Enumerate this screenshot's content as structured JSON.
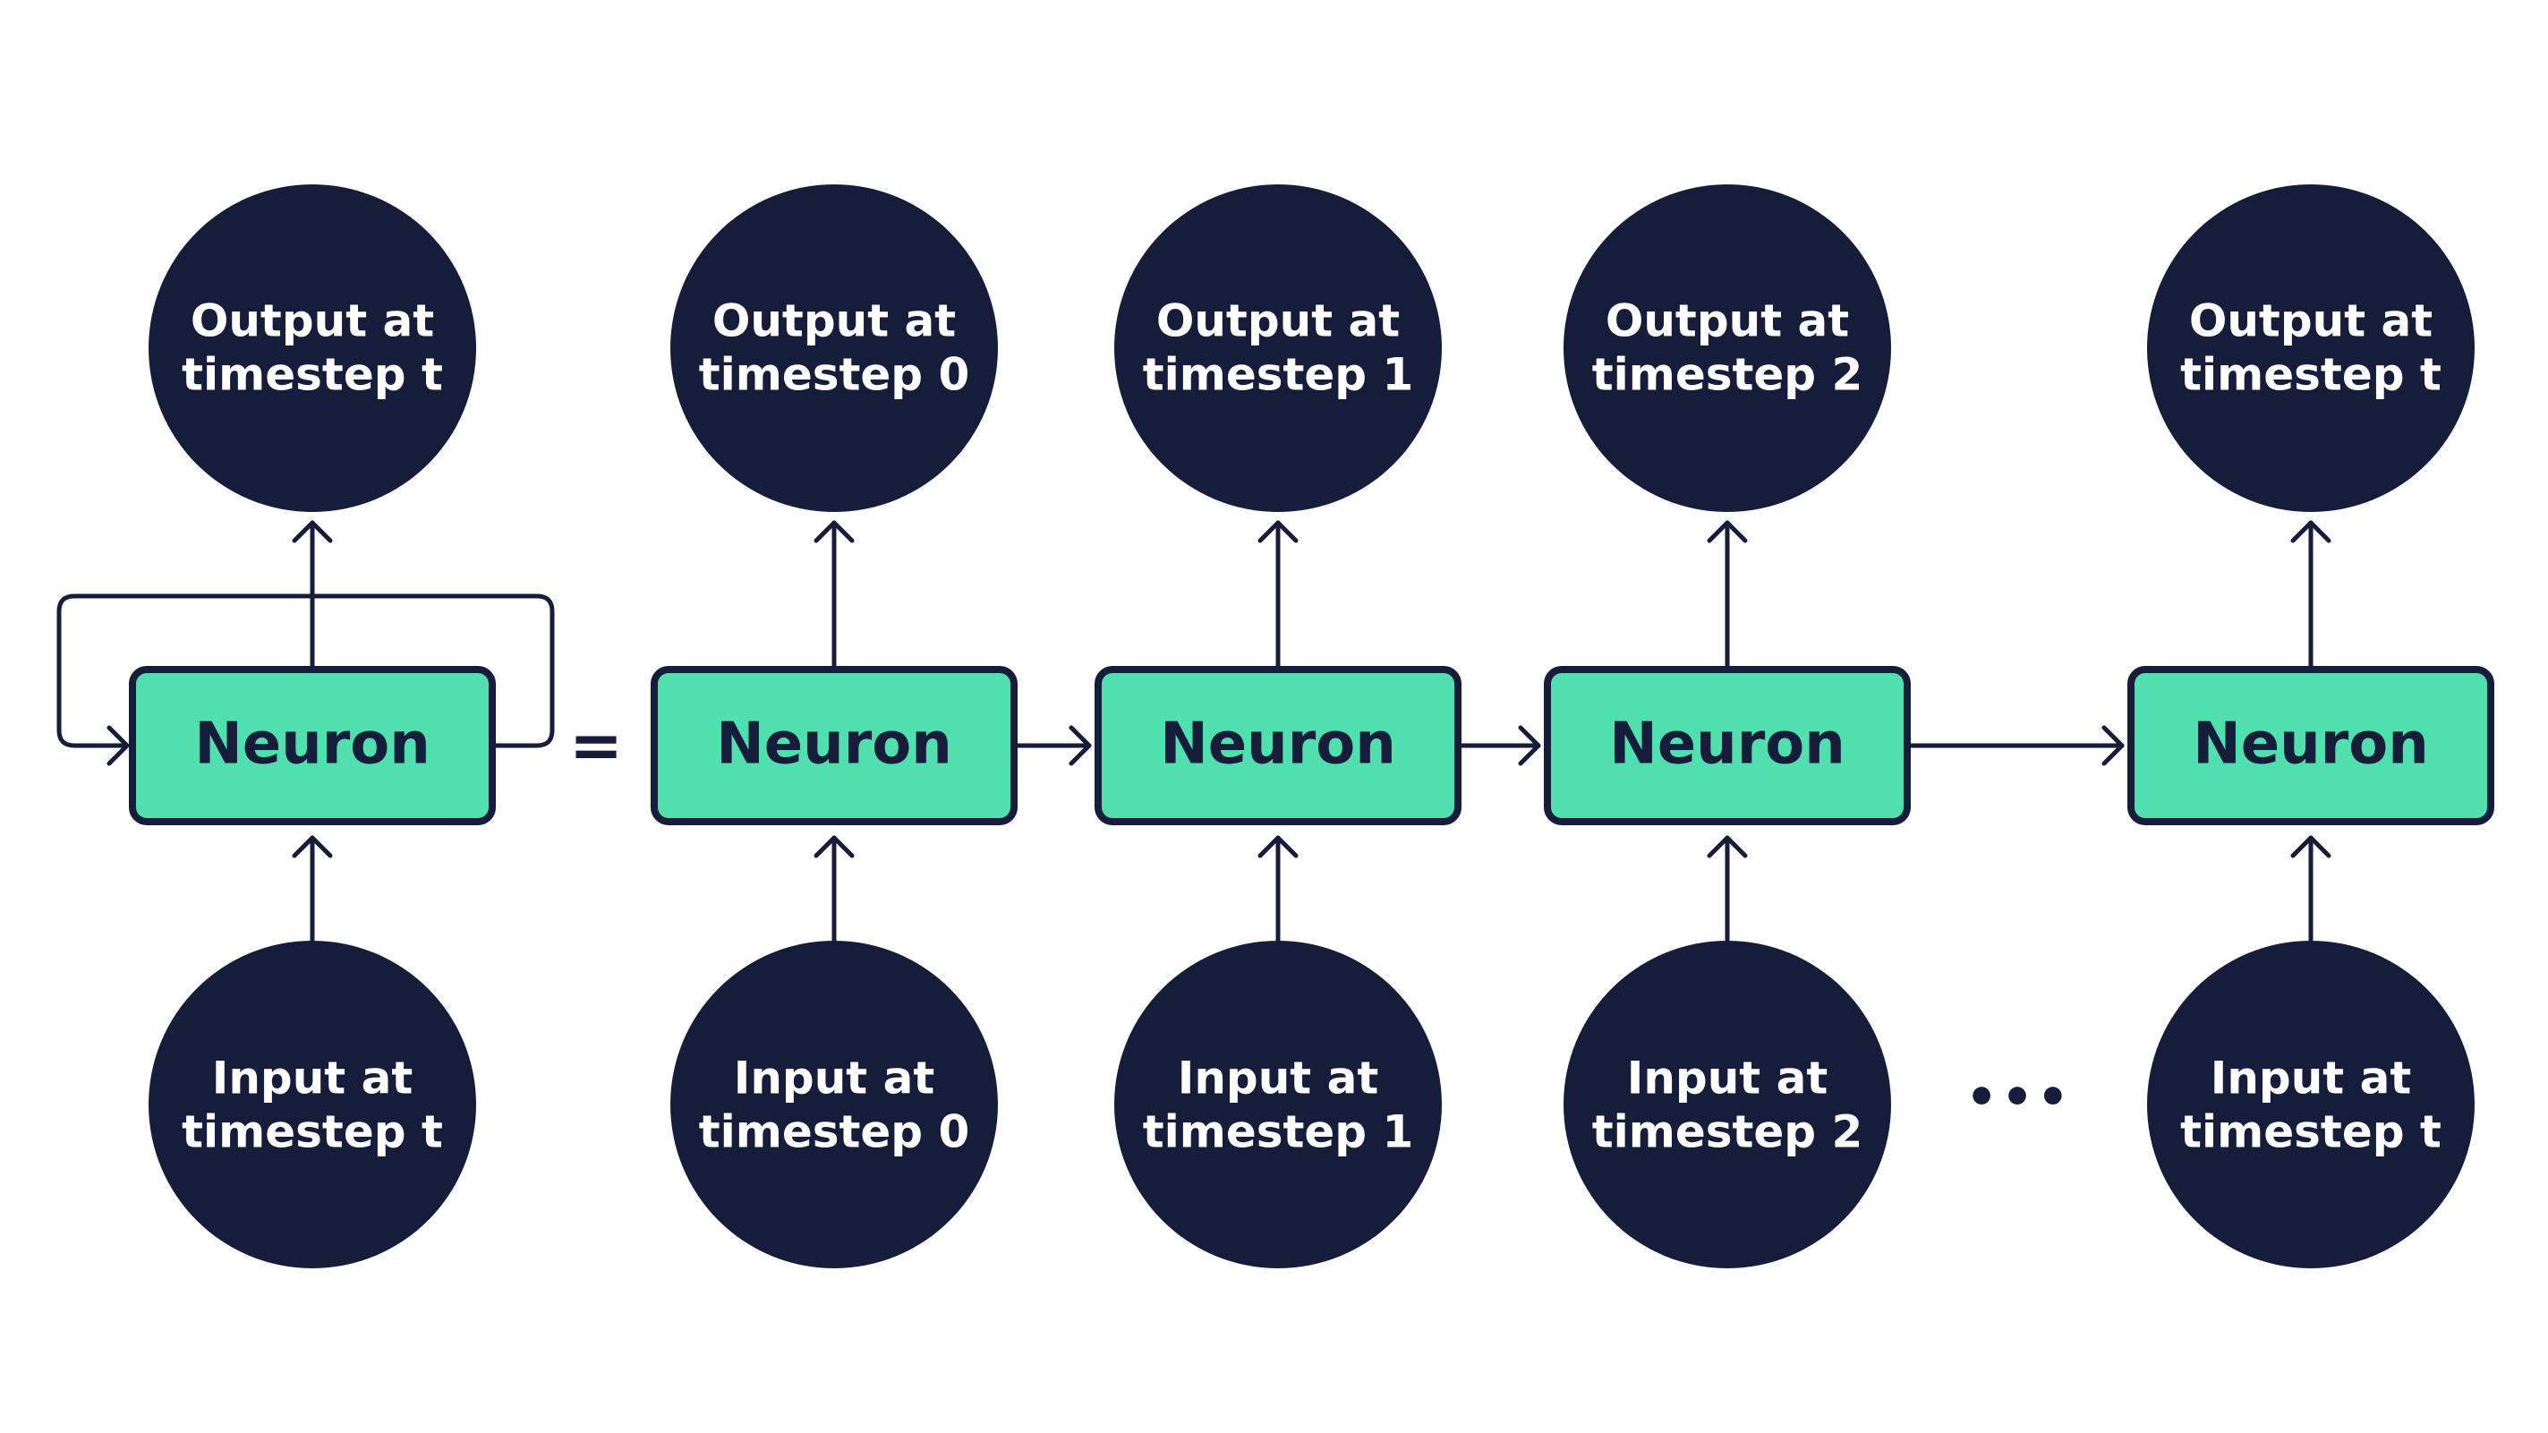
{
  "colors": {
    "node_fill": "#161d3b",
    "neuron_fill": "#50e0b0",
    "line": "#161d3b",
    "background": "#ffffff"
  },
  "folded": {
    "output": {
      "line1": "Output at",
      "line2": "timestep t"
    },
    "neuron": "Neuron",
    "input": {
      "line1": "Input at",
      "line2": "timestep t"
    }
  },
  "equals": "=",
  "ellipsis": "•••",
  "unrolled": [
    {
      "output": {
        "line1": "Output at",
        "line2": "timestep 0"
      },
      "neuron": "Neuron",
      "input": {
        "line1": "Input at",
        "line2": "timestep 0"
      }
    },
    {
      "output": {
        "line1": "Output at",
        "line2": "timestep 1"
      },
      "neuron": "Neuron",
      "input": {
        "line1": "Input at",
        "line2": "timestep 1"
      }
    },
    {
      "output": {
        "line1": "Output at",
        "line2": "timestep 2"
      },
      "neuron": "Neuron",
      "input": {
        "line1": "Input at",
        "line2": "timestep 2"
      }
    },
    {
      "output": {
        "line1": "Output at",
        "line2": "timestep t"
      },
      "neuron": "Neuron",
      "input": {
        "line1": "Input at",
        "line2": "timestep t"
      }
    }
  ]
}
